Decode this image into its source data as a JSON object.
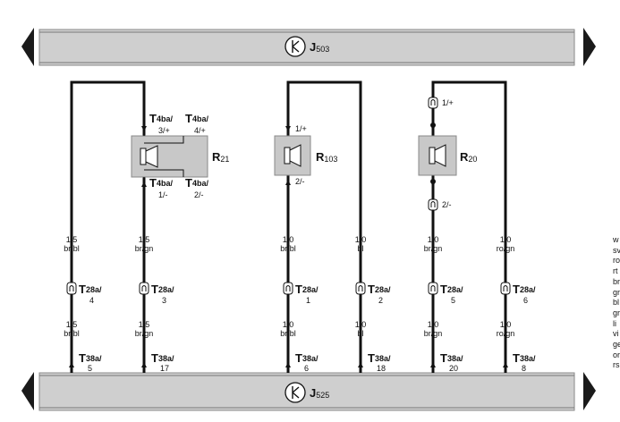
{
  "bus_top": {
    "letter": "J",
    "sub": "503"
  },
  "bus_bottom": {
    "letter": "J",
    "sub": "525"
  },
  "components": [
    {
      "id": "R21",
      "letter": "R",
      "sub": "21"
    },
    {
      "id": "R103",
      "letter": "R",
      "sub": "103"
    },
    {
      "id": "R20",
      "letter": "R",
      "sub": "20"
    }
  ],
  "r21_connectors": [
    {
      "T": "T",
      "sub": "4ba/",
      "pin": "3/+"
    },
    {
      "T": "T",
      "sub": "4ba/",
      "pin": "4/+"
    },
    {
      "T": "T",
      "sub": "4ba/",
      "pin": "1/-"
    },
    {
      "T": "T",
      "sub": "4ba/",
      "pin": "2/-"
    }
  ],
  "pin_labels": {
    "r103_top": "1/+",
    "r103_bottom": "2/-",
    "r20_top": "1/+",
    "r20_bottom": "2/-"
  },
  "wires": [
    {
      "size_top": "1,5",
      "color_top": "br/bl",
      "t28_sub": "28a/",
      "t28_pin": "4",
      "size_bottom": "1,5",
      "color_bottom": "br/bl",
      "t38_sub": "38a/",
      "t38_pin": "5"
    },
    {
      "size_top": "1,5",
      "color_top": "br/gn",
      "t28_sub": "28a/",
      "t28_pin": "3",
      "size_bottom": "1,5",
      "color_bottom": "br/gn",
      "t38_sub": "38a/",
      "t38_pin": "17"
    },
    {
      "size_top": "1,0",
      "color_top": "br/bl",
      "t28_sub": "28a/",
      "t28_pin": "1",
      "size_bottom": "1,0",
      "color_bottom": "br/bl",
      "t38_sub": "38a/",
      "t38_pin": "6"
    },
    {
      "size_top": "1,0",
      "color_top": "bl",
      "t28_sub": "28a/",
      "t28_pin": "2",
      "size_bottom": "1,0",
      "color_bottom": "bl",
      "t38_sub": "38a/",
      "t38_pin": "18"
    },
    {
      "size_top": "1,0",
      "color_top": "br/gn",
      "t28_sub": "28a/",
      "t28_pin": "5",
      "size_bottom": "1,0",
      "color_bottom": "br/gn",
      "t38_sub": "38a/",
      "t38_pin": "20"
    },
    {
      "size_top": "1,0",
      "color_top": "ro/gn",
      "t28_sub": "28a/",
      "t28_pin": "6",
      "size_bottom": "1,0",
      "color_bottom": "ro/gn",
      "t38_sub": "38a/",
      "t38_pin": "8"
    }
  ],
  "connector_letter": "T",
  "legend": [
    "w",
    "sv",
    "ro",
    "rt",
    "br",
    "gr",
    "bl",
    "gr",
    "li",
    "vi",
    "ge",
    "or",
    "rs"
  ],
  "colors": {
    "bus_fill": "#cfcfcf",
    "component_fill": "#c8c8c8",
    "wire": "#111111"
  }
}
